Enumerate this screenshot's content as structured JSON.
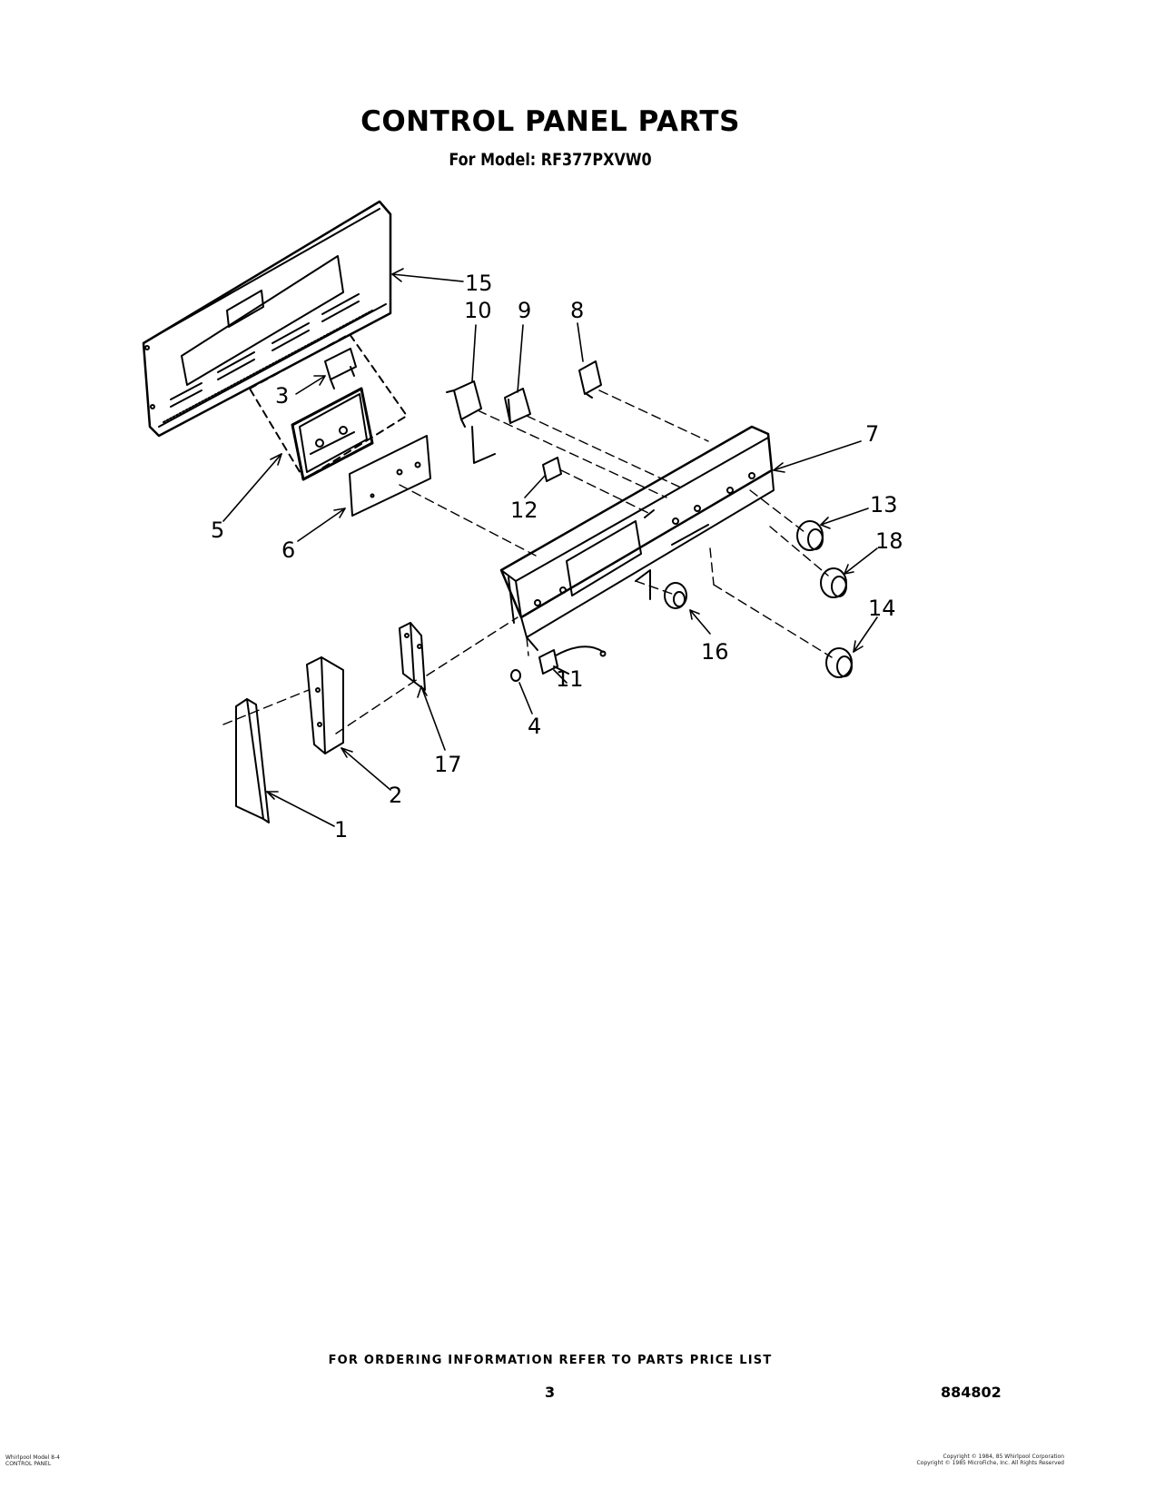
{
  "header": {
    "title": "CONTROL PANEL PARTS",
    "subtitle": "For Model: RF377PXVW0"
  },
  "callouts": [
    {
      "id": "1",
      "label": "1"
    },
    {
      "id": "2",
      "label": "2"
    },
    {
      "id": "3",
      "label": "3"
    },
    {
      "id": "4",
      "label": "4"
    },
    {
      "id": "5",
      "label": "5"
    },
    {
      "id": "6",
      "label": "6"
    },
    {
      "id": "7",
      "label": "7"
    },
    {
      "id": "8",
      "label": "8"
    },
    {
      "id": "9",
      "label": "9"
    },
    {
      "id": "10",
      "label": "10"
    },
    {
      "id": "11",
      "label": "11"
    },
    {
      "id": "12",
      "label": "12"
    },
    {
      "id": "13",
      "label": "13"
    },
    {
      "id": "14",
      "label": "14"
    },
    {
      "id": "15",
      "label": "15"
    },
    {
      "id": "16",
      "label": "16"
    },
    {
      "id": "17",
      "label": "17"
    },
    {
      "id": "18",
      "label": "18"
    }
  ],
  "footer": {
    "ordering_note": "FOR ORDERING INFORMATION REFER TO PARTS PRICE LIST",
    "page_number": "3",
    "document_number": "884802",
    "small_left_line1": "Whirlpool Model 8-4",
    "small_left_line2": "CONTROL PANEL",
    "small_right_line1": "Copyright © 1984, 85 Whirlpool Corporation",
    "small_right_line2": "Copyright © 1985 MicroFiche, Inc. All Rights Reserved"
  }
}
